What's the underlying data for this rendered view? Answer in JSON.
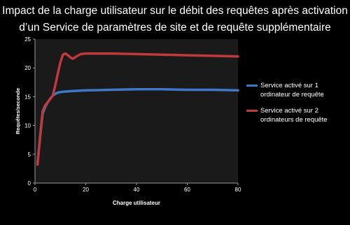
{
  "chart_data": {
    "type": "line",
    "title_line1": "Impact de la charge utilisateur sur le débit des requêtes après activation",
    "title_line2": "d’un Service de paramètres de site et de requête supplémentaire",
    "xlabel": "Charge utilisateur",
    "ylabel": "Requêtes/seconde",
    "xlim": [
      0,
      80
    ],
    "ylim": [
      0,
      25
    ],
    "x_ticks": [
      0,
      20,
      40,
      60,
      80
    ],
    "y_ticks": [
      0,
      5,
      10,
      15,
      20,
      25
    ],
    "grid": false,
    "legend_position": "right",
    "background": "#000000",
    "plot_background": "#1a1a1a",
    "series": [
      {
        "name": "Service activé sur 1 ordinateur de requête",
        "color": "#3f78c8",
        "x": [
          1,
          2,
          3,
          4,
          5,
          6,
          7,
          8,
          9,
          10,
          12,
          15,
          20,
          30,
          40,
          50,
          60,
          70,
          80
        ],
        "values": [
          3.5,
          8,
          12,
          13.2,
          14,
          14.7,
          15.2,
          15.5,
          15.7,
          15.8,
          15.9,
          16.0,
          16.1,
          16.2,
          16.3,
          16.3,
          16.2,
          16.2,
          16.1
        ]
      },
      {
        "name": "Service activé sur 2 ordinateurs de requête",
        "color": "#c0393b",
        "x": [
          1,
          2,
          3,
          4,
          5,
          6,
          7,
          8,
          9,
          10,
          11,
          12,
          13,
          14,
          15,
          16,
          18,
          20,
          25,
          30,
          40,
          50,
          60,
          70,
          80
        ],
        "values": [
          3.2,
          8,
          12.5,
          13.5,
          14,
          14.6,
          15.2,
          17,
          19,
          21,
          22.3,
          22.5,
          22.2,
          21.8,
          21.6,
          21.9,
          22.4,
          22.5,
          22.5,
          22.5,
          22.4,
          22.3,
          22.2,
          22.1,
          22.0
        ]
      }
    ]
  }
}
